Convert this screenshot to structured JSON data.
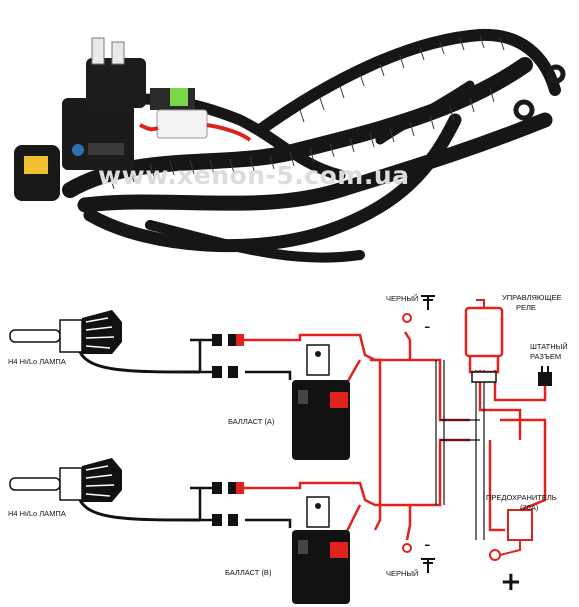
{
  "photo": {
    "watermark": "www.xenon-5.com.ua"
  },
  "diagram": {
    "lamp_top": "H4 Hi/Lo ЛАМПА",
    "lamp_bottom": "H4 Hi/Lo ЛАМПА",
    "ballast_a": "БАЛЛАСТ (А)",
    "ballast_b": "БАЛЛАСТ (В)",
    "ground_top": "ЧЕРНЫЙ",
    "ground_bottom": "ЧЕРНЫЙ",
    "minus_top": "-",
    "minus_bottom": "-",
    "relay_line1": "УПРАВЛЯЮЩЕЕ",
    "relay_line2": "РЕЛЕ",
    "socket_line1": "ШТАТНЫЙ",
    "socket_line2": "РАЗЪЕМ",
    "fuse_line1": "ПРЕДОХРАНИТЕЛЬ",
    "fuse_line2": "(20А)",
    "plus": "+"
  },
  "colors": {
    "wire_red": "#e0221e",
    "wire_black": "#111111",
    "harness": "#141414"
  }
}
